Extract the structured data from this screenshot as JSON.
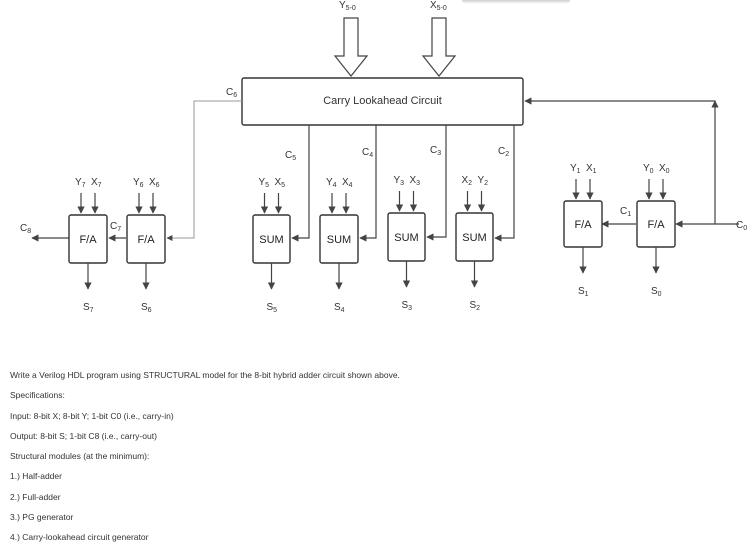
{
  "inputs": {
    "y_bus": "Y",
    "y_bus_sub": "5-0",
    "x_bus": "X",
    "x_bus_sub": "5-0"
  },
  "cla": {
    "label": "Carry Lookahead Circuit"
  },
  "carries": {
    "c8": {
      "l": "C",
      "s": "8"
    },
    "c7": {
      "l": "C",
      "s": "7"
    },
    "c6": {
      "l": "C",
      "s": "6"
    },
    "c5": {
      "l": "C",
      "s": "5"
    },
    "c4": {
      "l": "C",
      "s": "4"
    },
    "c3": {
      "l": "C",
      "s": "3"
    },
    "c2": {
      "l": "C",
      "s": "2"
    },
    "c1": {
      "l": "C",
      "s": "1"
    },
    "c0": {
      "l": "C",
      "s": "0"
    }
  },
  "blocks": [
    {
      "label": "F/A",
      "yl": "Y",
      "ys": "7",
      "xl": "X",
      "xs": "7",
      "ol": "S",
      "os": "7"
    },
    {
      "label": "F/A",
      "yl": "Y",
      "ys": "6",
      "xl": "X",
      "xs": "6",
      "ol": "S",
      "os": "6"
    },
    {
      "label": "SUM",
      "yl": "Y",
      "ys": "5",
      "xl": "X",
      "xs": "5",
      "ol": "S",
      "os": "5"
    },
    {
      "label": "SUM",
      "yl": "Y",
      "ys": "4",
      "xl": "X",
      "xs": "4",
      "ol": "S",
      "os": "4"
    },
    {
      "label": "SUM",
      "yl": "Y",
      "ys": "3",
      "xl": "X",
      "xs": "3",
      "ol": "S",
      "os": "3"
    },
    {
      "label": "SUM",
      "yl": "X",
      "ys": "2",
      "xl": "Y",
      "xs": "2",
      "ol": "S",
      "os": "2"
    },
    {
      "label": "F/A",
      "yl": "Y",
      "ys": "1",
      "xl": "X",
      "xs": "1",
      "ol": "S",
      "os": "1"
    },
    {
      "label": "F/A",
      "yl": "Y",
      "ys": "0",
      "xl": "X",
      "xs": "0",
      "ol": "S",
      "os": "0"
    }
  ],
  "text": {
    "intro": "Write a Verilog HDL program using STRUCTURAL model for the 8-bit hybrid adder circuit shown above.",
    "spec_heading": "Specifications:",
    "input": "Input: 8-bit X; 8-bit Y; 1-bit C0 (i.e., carry-in)",
    "output": "Output: 8-bit S; 1-bit C8 (i.e., carry-out)",
    "modules_heading": "Structural modules (at the minimum):",
    "m1": "1.) Half-adder",
    "m2": "2.) Full-adder",
    "m3": "3.) PG generator",
    "m4": "4.) Carry-lookahead circuit generator"
  }
}
